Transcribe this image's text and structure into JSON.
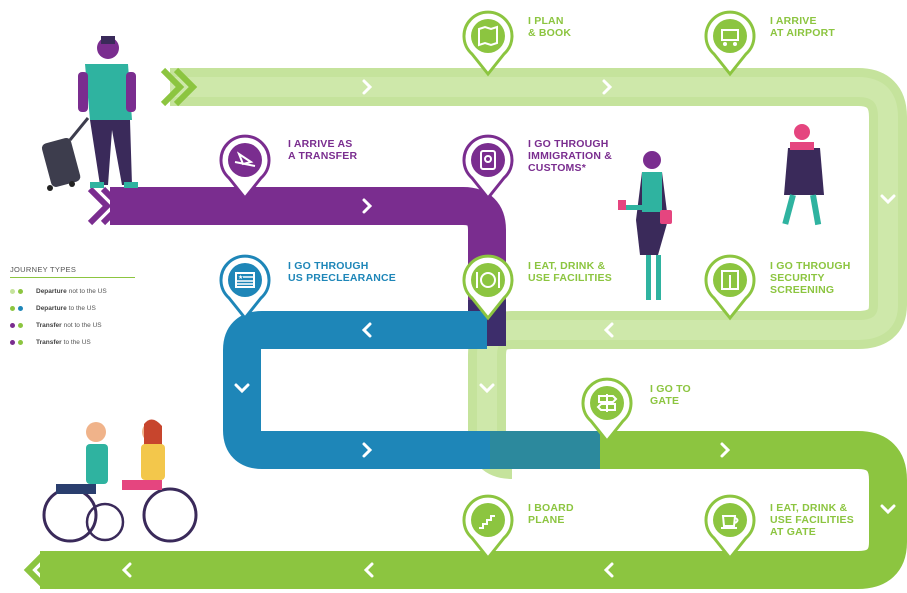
{
  "colors": {
    "light_green": "#c5e39c",
    "green": "#8cc540",
    "purple": "#7a2d8f",
    "blue": "#1e86b8",
    "dark_overlap": "#3d2d6b"
  },
  "steps": [
    {
      "key": "plan",
      "text": "I PLAN\n& BOOK",
      "icon": "map-icon",
      "color": "green"
    },
    {
      "key": "arrive_airport",
      "text": "I ARRIVE\nAT AIRPORT",
      "icon": "luggage-trolley-icon",
      "color": "green"
    },
    {
      "key": "arrive_transfer",
      "text": "I ARRIVE AS\nA TRANSFER",
      "icon": "plane-landing-icon",
      "color": "purple"
    },
    {
      "key": "immigration",
      "text": "I GO THROUGH\nIMMIGRATION &\nCUSTOMS*",
      "icon": "passport-icon",
      "color": "purple"
    },
    {
      "key": "preclearance",
      "text": "I GO THROUGH\nUS PRECLEARANCE",
      "icon": "us-flag-icon",
      "color": "blue"
    },
    {
      "key": "eat_drink",
      "text": "I EAT, DRINK &\nUSE FACILITIES",
      "icon": "plate-cutlery-icon",
      "color": "green"
    },
    {
      "key": "security",
      "text": "I GO THROUGH\nSECURITY\nSCREENING",
      "icon": "security-scanner-icon",
      "color": "green"
    },
    {
      "key": "gate",
      "text": "I GO TO\nGATE",
      "icon": "signpost-icon",
      "color": "green"
    },
    {
      "key": "board",
      "text": "I BOARD\nPLANE",
      "icon": "boarding-stairs-icon",
      "color": "green"
    },
    {
      "key": "eat_gate",
      "text": "I EAT, DRINK &\nUSE FACILITIES\nAT GATE",
      "icon": "coffee-cup-icon",
      "color": "green"
    }
  ],
  "legend": {
    "title": "JOURNEY TYPES",
    "items": [
      {
        "bold": "Departure",
        "rest": "not to the US",
        "dots": [
          "#c5e39c",
          "#8cc540"
        ]
      },
      {
        "bold": "Departure",
        "rest": "to the US",
        "dots": [
          "#8cc540",
          "#1e86b8"
        ]
      },
      {
        "bold": "Transfer",
        "rest": "not to the US",
        "dots": [
          "#7a2d8f",
          "#8cc540"
        ]
      },
      {
        "bold": "Transfer",
        "rest": "to the US",
        "dots": [
          "#7a2d8f",
          "#8cc540"
        ]
      }
    ]
  }
}
